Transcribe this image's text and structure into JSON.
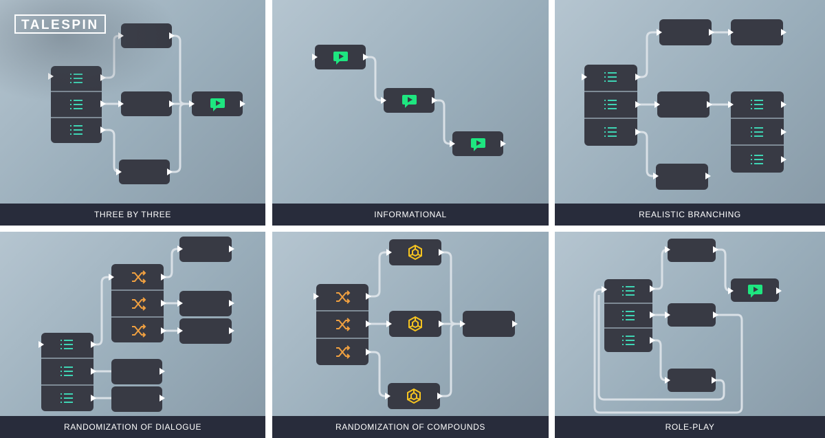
{
  "brand": {
    "logo_text": "TALESPIN"
  },
  "colors": {
    "node_fill": "#383a44",
    "node_stroke": "#7e8a95",
    "connector": "#d9e0e6",
    "port": "#ffffff",
    "list_icon": "#3fd5b4",
    "video_badge": "#1ee680",
    "shuffle_icon": "#f0a040",
    "compound_icon": "#f5c320",
    "caption_bg": "#282c3b"
  },
  "panels": [
    {
      "id": "three-by-three",
      "label": "THREE BY THREE"
    },
    {
      "id": "informational",
      "label": "INFORMATIONAL"
    },
    {
      "id": "realistic-branching",
      "label": "REALISTIC BRANCHING"
    },
    {
      "id": "randomization-of-dialogue",
      "label": "RANDOMIZATION OF DIALOGUE"
    },
    {
      "id": "randomization-of-compounds",
      "label": "RANDOMIZATION OF COMPOUNDS"
    },
    {
      "id": "role-play",
      "label": "ROLE-PLAY"
    }
  ],
  "icon_legend": {
    "list": "list-icon",
    "video": "video-message-icon",
    "shuffle": "shuffle-icon",
    "compound": "compound-icon"
  }
}
